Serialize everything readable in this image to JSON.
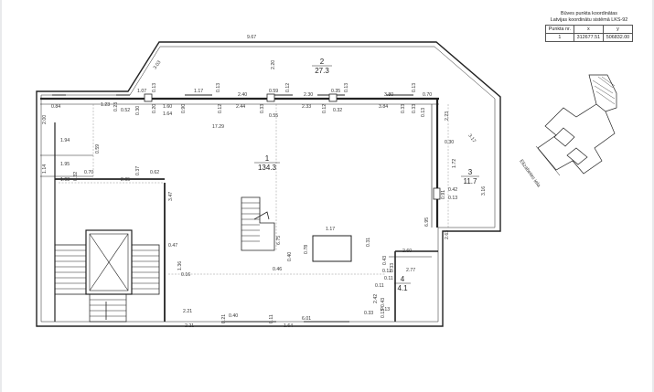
{
  "coord_table": {
    "title_line1": "Būves punkta koordinātas",
    "title_line2": "Latvijas koordinātu sistēmā LKS-92",
    "headers": [
      "Punkta nr.",
      "x",
      "y"
    ],
    "row": [
      "1",
      "312677.51",
      "506832.00"
    ]
  },
  "rooms": [
    {
      "id": "1",
      "area": "134.3"
    },
    {
      "id": "2",
      "area": "27.3"
    },
    {
      "id": "3",
      "area": "11.7"
    },
    {
      "id": "4",
      "area": "4.1"
    }
  ],
  "street_label": "Elizabetes iela",
  "dims": {
    "top_9_67": "9.67",
    "top_3_03": "3.03",
    "top_2_20": "2.20",
    "r1_0_84": "0.84",
    "r1_1_23": "1.23",
    "r1_1_07": "1.07",
    "r1_0_13a": "0.13",
    "r1_1_17": "1.17",
    "r1_0_13b": "0.13",
    "r1_2_40": "2.40",
    "r1_0_59": "0.59",
    "r1_0_12": "0.12",
    "r1_2_30": "2.30",
    "r1_0_35": "0.35",
    "r1_0_13c": "0.13",
    "r1_3_80": "3.80",
    "r1_0_13d": "0.13",
    "r1_0_70": "0.70",
    "r2_0_52": "0.52",
    "r2_1_60": "1.60",
    "r2_1_64": "1.64",
    "r2_2_44": "2.44",
    "r2_0_55": "0.55",
    "r2_2_33": "2.33",
    "r2_0_32": "0.32",
    "r2_3_84": "3.84",
    "r2_0_20": "0.20",
    "r2_0_23": "0.23",
    "r2_0_30": "0.30",
    "r2_0_90": "0.90",
    "r2_0_12": "0.12",
    "r2_0_33a": "0.33",
    "r2_0_33b": "0.33",
    "r2_0_12b": "0.12",
    "r2_0_13": "0.13",
    "r2_2_23": "2.23",
    "r2_0_33c": "0.33",
    "l_2_00": "2.00",
    "l_1_94": "1.94",
    "l_0_59": "0.59",
    "l_1_95": "1.95",
    "l_1_14": "1.14",
    "l_0_70": "0.70",
    "l_0_37": "0.37",
    "l_0_62": "0.62",
    "l_1_93": "1.93",
    "l_0_32": "0.32",
    "l_2_05": "2.05",
    "in_17_29": "17.29",
    "in_3_47": "3.47",
    "in_0_47": "0.47",
    "in_1_36": "1.36",
    "in_0_16": "0.16",
    "in_2_21a": "2.21",
    "in_2_21b": "2.21",
    "in_0_21": "0.21",
    "in_0_40a": "0.40",
    "in_0_11": "0.11",
    "in_1_64": "1.64",
    "in_6_01": "6.01",
    "st_6_75": "6.75",
    "st_0_40": "0.40",
    "st_0_46": "0.46",
    "st_0_78": "0.78",
    "st_1_17": "1.17",
    "st_0_31": "0.31",
    "e_0_30": "0.30",
    "e_3_17": "3.17",
    "e_1_72": "1.72",
    "e_0_42": "0.42",
    "e_0_13": "0.13",
    "e_0_91": "0.91",
    "e_3_16": "3.16",
    "e_6_95": "6.95",
    "e_2_63": "2.63",
    "e_2_60": "2.60",
    "e_2_77": "2.77",
    "e_0_43": "0.43",
    "e_0_12": "0.12",
    "e_0_33": "0.33",
    "e_0_11": "0.11",
    "e_0_11b": "0.11",
    "e_2_42": "2.42",
    "e_0_43b": "0.43",
    "e_0_13b": "0.13",
    "e_0_33b": "0.33",
    "e_0_13c": "0.13"
  }
}
